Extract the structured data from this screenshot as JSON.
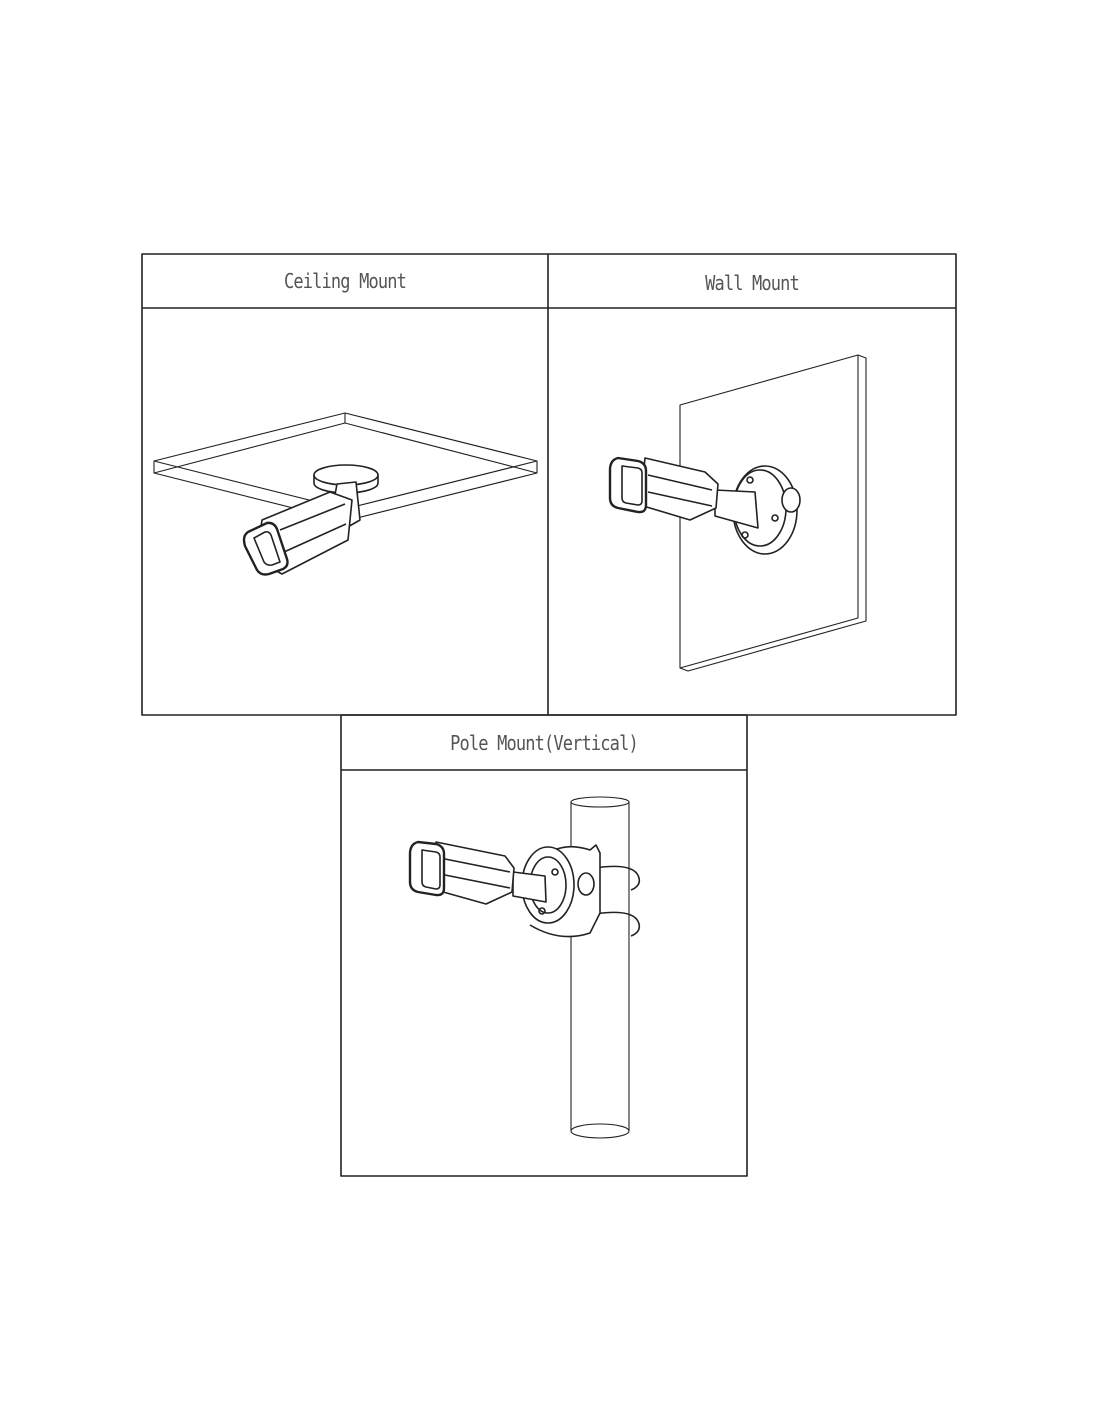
{
  "mounts": [
    {
      "title": "Ceiling Mount"
    },
    {
      "title": "Wall Mount"
    },
    {
      "title": "Pole Mount(Vertical)"
    }
  ]
}
